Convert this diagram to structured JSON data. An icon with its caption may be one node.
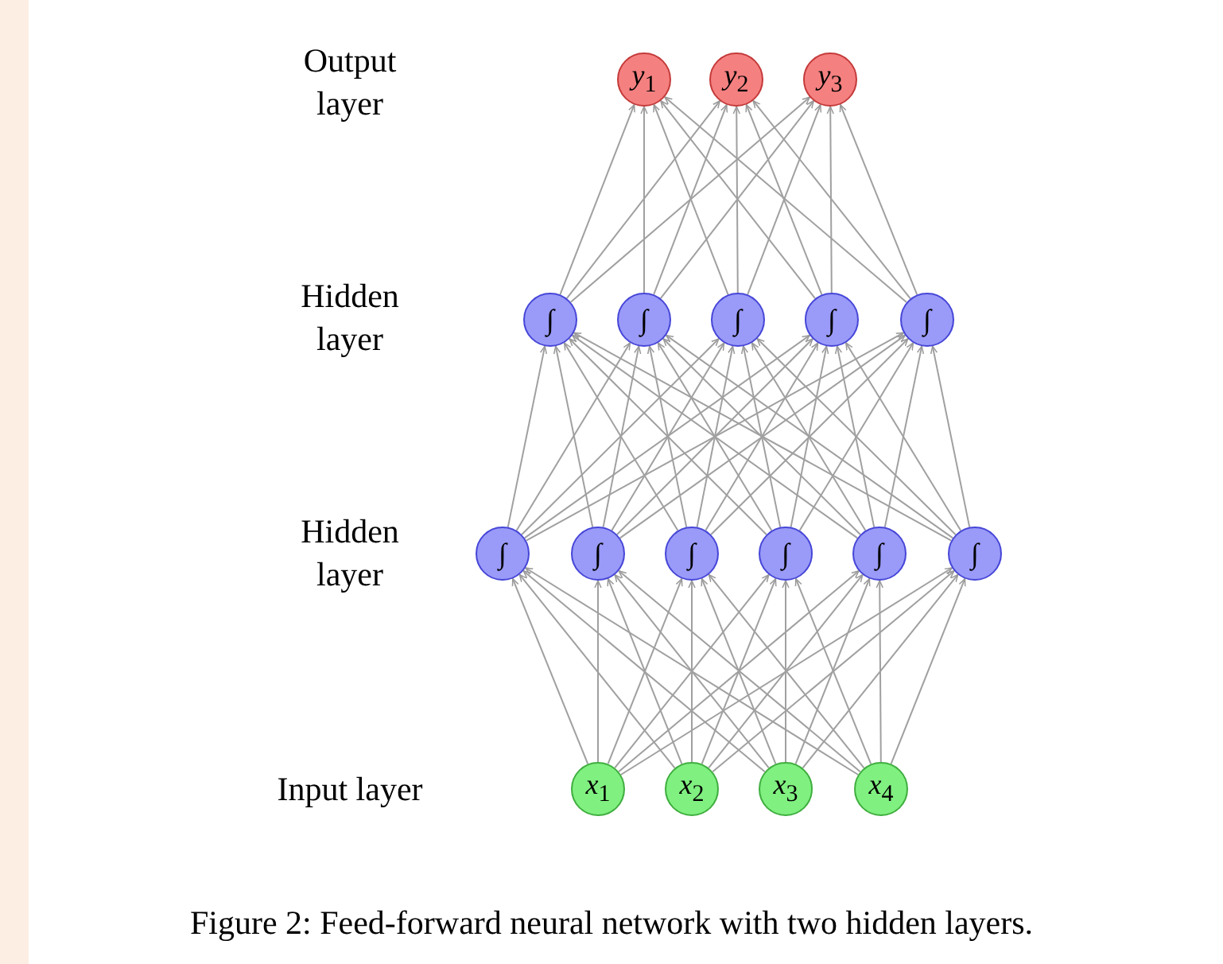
{
  "diagram": {
    "caption": "Figure 2: Feed-forward neural network with two hidden layers.",
    "nodes": [
      {
        "text": [
          "*y*$_{1}$"
        ]
      },
      {
        "text": [
          "*y*$_{2}$"
        ]
      },
      {
        "text": [
          "*y*$_{3}$"
        ]
      },
      {
        "text": [
          "∫"
        ]
      },
      {
        "text": [
          "∫"
        ]
      },
      {
        "text": [
          "∫"
        ]
      },
      {
        "text": [
          "∫"
        ]
      },
      {
        "text": [
          "∫"
        ]
      },
      {
        "text": [
          "∫"
        ]
      },
      {
        "text": [
          "∫"
        ]
      },
      {
        "text": [
          "∫"
        ]
      },
      {
        "text": [
          "∫"
        ]
      },
      {
        "text": [
          "∫"
        ]
      },
      {
        "text": [
          "∫"
        ]
      },
      {
        "text": [
          "*x*$_{1}$"
        ]
      },
      {
        "text": [
          "*x*$_{2}$"
        ]
      },
      {
        "text": [
          "*x*$_{3}$"
        ]
      },
      {
        "text": [
          "*x*$_{4}$"
        ]
      }
    ],
    "edges": [
      {
        "from": 14,
        "to": 8,
        "arrow": "to"
      },
      {
        "from": 14,
        "to": 9,
        "arrow": "to"
      },
      {
        "from": 14,
        "to": 10,
        "arrow": "to"
      },
      {
        "from": 14,
        "to": 11,
        "arrow": "to"
      },
      {
        "from": 14,
        "to": 12,
        "arrow": "to"
      },
      {
        "from": 14,
        "to": 13,
        "arrow": "to"
      },
      {
        "from": 15,
        "to": 8,
        "arrow": "to"
      },
      {
        "from": 15,
        "to": 9,
        "arrow": "to"
      },
      {
        "from": 15,
        "to": 10,
        "arrow": "to"
      },
      {
        "from": 15,
        "to": 11,
        "arrow": "to"
      },
      {
        "from": 15,
        "to": 12,
        "arrow": "to"
      },
      {
        "from": 15,
        "to": 13,
        "arrow": "to"
      },
      {
        "from": 16,
        "to": 8,
        "arrow": "to"
      },
      {
        "from": 16,
        "to": 9,
        "arrow": "to"
      },
      {
        "from": 16,
        "to": 10,
        "arrow": "to"
      },
      {
        "from": 16,
        "to": 11,
        "arrow": "to"
      },
      {
        "from": 16,
        "to": 12,
        "arrow": "to"
      },
      {
        "from": 16,
        "to": 13,
        "arrow": "to"
      },
      {
        "from": 17,
        "to": 8,
        "arrow": "to"
      },
      {
        "from": 17,
        "to": 9,
        "arrow": "to"
      },
      {
        "from": 17,
        "to": 10,
        "arrow": "to"
      },
      {
        "from": 17,
        "to": 11,
        "arrow": "to"
      },
      {
        "from": 17,
        "to": 12,
        "arrow": "to"
      },
      {
        "from": 17,
        "to": 13,
        "arrow": "to"
      },
      {
        "from": 8,
        "to": 3,
        "arrow": "to"
      },
      {
        "from": 8,
        "to": 4,
        "arrow": "to"
      },
      {
        "from": 8,
        "to": 5,
        "arrow": "to"
      },
      {
        "from": 8,
        "to": 6,
        "arrow": "to"
      },
      {
        "from": 8,
        "to": 7,
        "arrow": "to"
      },
      {
        "from": 9,
        "to": 3,
        "arrow": "to"
      },
      {
        "from": 9,
        "to": 4,
        "arrow": "to"
      },
      {
        "from": 9,
        "to": 5,
        "arrow": "to"
      },
      {
        "from": 9,
        "to": 6,
        "arrow": "to"
      },
      {
        "from": 9,
        "to": 7,
        "arrow": "to"
      },
      {
        "from": 10,
        "to": 3,
        "arrow": "to"
      },
      {
        "from": 10,
        "to": 4,
        "arrow": "to"
      },
      {
        "from": 10,
        "to": 5,
        "arrow": "to"
      },
      {
        "from": 10,
        "to": 6,
        "arrow": "to"
      },
      {
        "from": 10,
        "to": 7,
        "arrow": "to"
      },
      {
        "from": 11,
        "to": 3,
        "arrow": "to"
      },
      {
        "from": 11,
        "to": 4,
        "arrow": "to"
      },
      {
        "from": 11,
        "to": 5,
        "arrow": "to"
      },
      {
        "from": 11,
        "to": 6,
        "arrow": "to"
      },
      {
        "from": 11,
        "to": 7,
        "arrow": "to"
      },
      {
        "from": 12,
        "to": 3,
        "arrow": "to"
      },
      {
        "from": 12,
        "to": 4,
        "arrow": "to"
      },
      {
        "from": 12,
        "to": 5,
        "arrow": "to"
      },
      {
        "from": 12,
        "to": 6,
        "arrow": "to"
      },
      {
        "from": 12,
        "to": 7,
        "arrow": "to"
      },
      {
        "from": 13,
        "to": 3,
        "arrow": "to"
      },
      {
        "from": 13,
        "to": 4,
        "arrow": "to"
      },
      {
        "from": 13,
        "to": 5,
        "arrow": "to"
      },
      {
        "from": 13,
        "to": 6,
        "arrow": "to"
      },
      {
        "from": 13,
        "to": 7,
        "arrow": "to"
      },
      {
        "from": 3,
        "to": 0,
        "arrow": "to"
      },
      {
        "from": 3,
        "to": 1,
        "arrow": "to"
      },
      {
        "from": 3,
        "to": 2,
        "arrow": "to"
      },
      {
        "from": 4,
        "to": 0,
        "arrow": "to"
      },
      {
        "from": 4,
        "to": 1,
        "arrow": "to"
      },
      {
        "from": 4,
        "to": 2,
        "arrow": "to"
      },
      {
        "from": 5,
        "to": 0,
        "arrow": "to"
      },
      {
        "from": 5,
        "to": 1,
        "arrow": "to"
      },
      {
        "from": 5,
        "to": 2,
        "arrow": "to"
      },
      {
        "from": 6,
        "to": 0,
        "arrow": "to"
      },
      {
        "from": 6,
        "to": 1,
        "arrow": "to"
      },
      {
        "from": 6,
        "to": 2,
        "arrow": "to"
      },
      {
        "from": 7,
        "to": 0,
        "arrow": "to"
      },
      {
        "from": 7,
        "to": 1,
        "arrow": "to"
      },
      {
        "from": 7,
        "to": 2,
        "arrow": "to"
      }
    ],
    "labels": [
      "Output layer",
      "Hidden layer",
      "Hidden layer",
      "Input layer"
    ]
  }
}
